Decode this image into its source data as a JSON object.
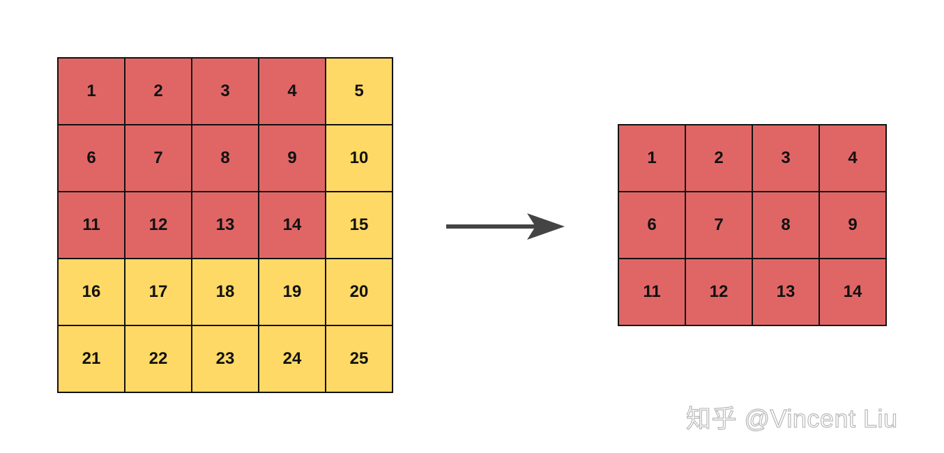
{
  "colors": {
    "selected": "#e06666",
    "unselected": "#ffd966",
    "border": "#111111",
    "arrow": "#444444"
  },
  "source_grid": {
    "rows": 5,
    "cols": 5,
    "cells": [
      {
        "label": "1",
        "state": "selected"
      },
      {
        "label": "2",
        "state": "selected"
      },
      {
        "label": "3",
        "state": "selected"
      },
      {
        "label": "4",
        "state": "selected"
      },
      {
        "label": "5",
        "state": "unselected"
      },
      {
        "label": "6",
        "state": "selected"
      },
      {
        "label": "7",
        "state": "selected"
      },
      {
        "label": "8",
        "state": "selected"
      },
      {
        "label": "9",
        "state": "selected"
      },
      {
        "label": "10",
        "state": "unselected"
      },
      {
        "label": "11",
        "state": "selected"
      },
      {
        "label": "12",
        "state": "selected"
      },
      {
        "label": "13",
        "state": "selected"
      },
      {
        "label": "14",
        "state": "selected"
      },
      {
        "label": "15",
        "state": "unselected"
      },
      {
        "label": "16",
        "state": "unselected"
      },
      {
        "label": "17",
        "state": "unselected"
      },
      {
        "label": "18",
        "state": "unselected"
      },
      {
        "label": "19",
        "state": "unselected"
      },
      {
        "label": "20",
        "state": "unselected"
      },
      {
        "label": "21",
        "state": "unselected"
      },
      {
        "label": "22",
        "state": "unselected"
      },
      {
        "label": "23",
        "state": "unselected"
      },
      {
        "label": "24",
        "state": "unselected"
      },
      {
        "label": "25",
        "state": "unselected"
      }
    ]
  },
  "result_grid": {
    "rows": 3,
    "cols": 4,
    "cells": [
      {
        "label": "1",
        "state": "selected"
      },
      {
        "label": "2",
        "state": "selected"
      },
      {
        "label": "3",
        "state": "selected"
      },
      {
        "label": "4",
        "state": "selected"
      },
      {
        "label": "6",
        "state": "selected"
      },
      {
        "label": "7",
        "state": "selected"
      },
      {
        "label": "8",
        "state": "selected"
      },
      {
        "label": "9",
        "state": "selected"
      },
      {
        "label": "11",
        "state": "selected"
      },
      {
        "label": "12",
        "state": "selected"
      },
      {
        "label": "13",
        "state": "selected"
      },
      {
        "label": "14",
        "state": "selected"
      }
    ]
  },
  "arrow": {
    "icon": "arrow-right-icon"
  },
  "watermark": {
    "text": "知乎 @Vincent Liu"
  }
}
